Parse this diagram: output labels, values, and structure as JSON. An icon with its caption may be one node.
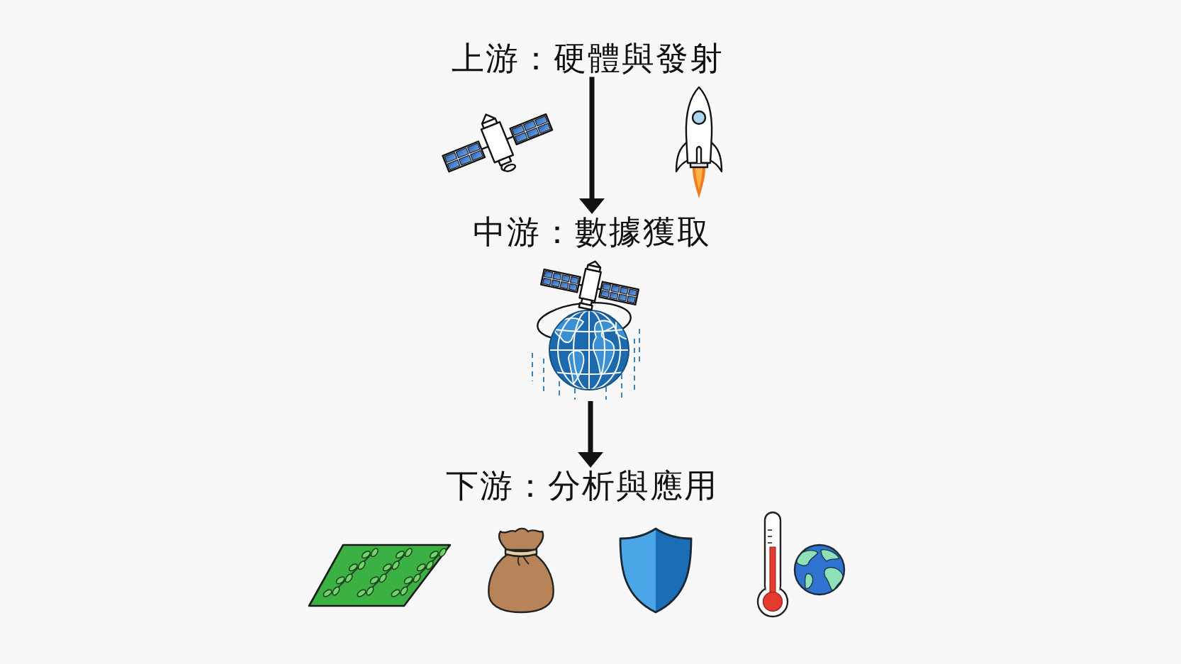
{
  "diagram": {
    "nodes": [
      {
        "text": [
          "上游：硬體與發射"
        ]
      },
      {
        "text": [
          "中游：數據獲取"
        ]
      },
      {
        "text": [],
        "shape": "picture"
      },
      {
        "text": [
          "下游：分析與應用"
        ]
      }
    ],
    "edges": [
      {
        "from": 0,
        "to": 1,
        "arrow": "to"
      },
      {
        "from": 2,
        "to": 3,
        "arrow": "to"
      }
    ]
  }
}
